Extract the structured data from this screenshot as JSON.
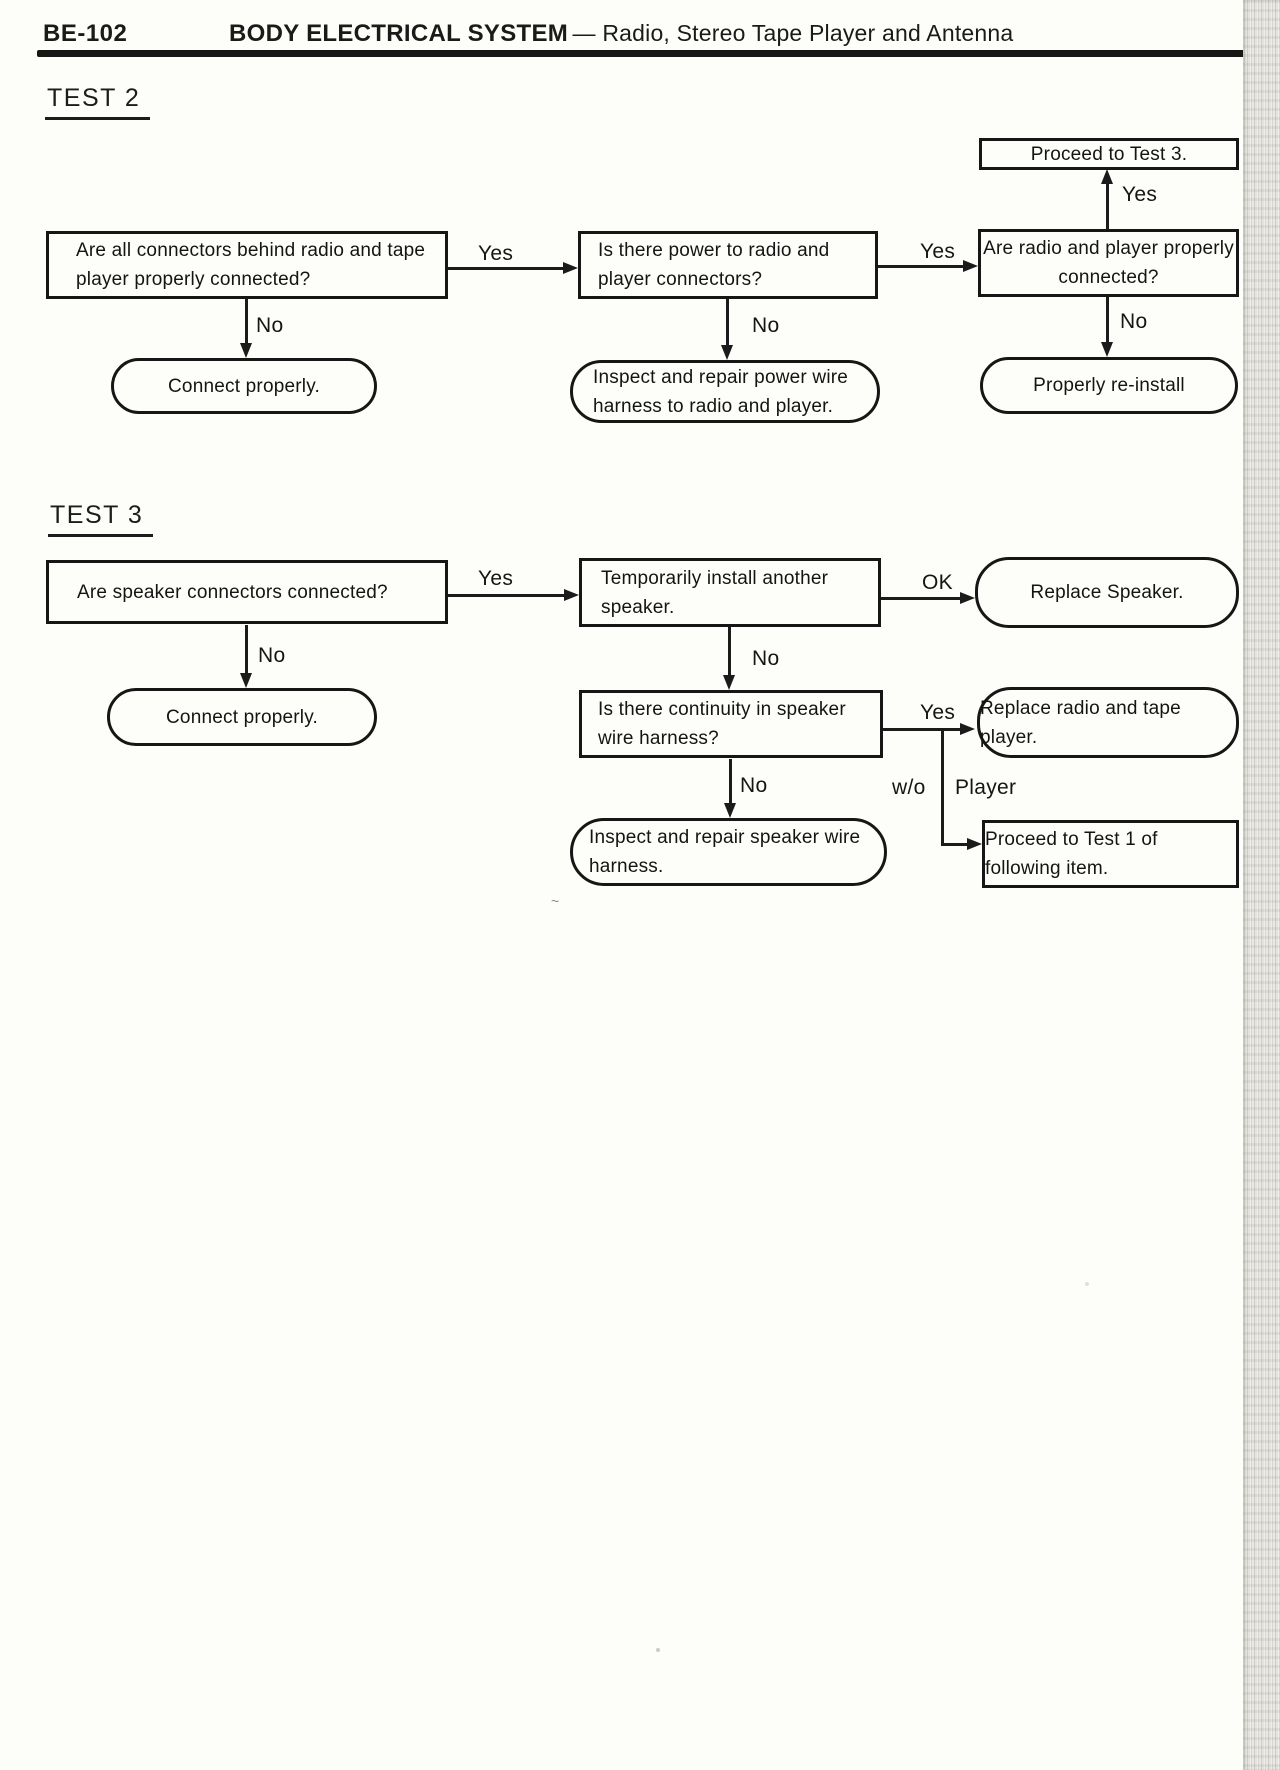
{
  "header": {
    "page_code": "BE-102",
    "title_bold": "BODY ELECTRICAL SYSTEM",
    "title_rest": "— Radio, Stereo Tape Player and Antenna"
  },
  "colors": {
    "ink": "#1a1a1a",
    "paper": "#fdfdfa",
    "page_edge": "#d7d6d0"
  },
  "test2": {
    "heading": "TEST 2",
    "nodes": {
      "q1": "Are all connectors behind radio and tape player properly connected?",
      "q2": "Is there power to radio and player connectors?",
      "q3": "Are radio and player properly connected?",
      "proceed": "Proceed to Test 3.",
      "r1": "Connect properly.",
      "r2": "Inspect and repair power wire harness to radio and player.",
      "r3": "Properly re-install"
    },
    "labels": {
      "yes1": "Yes",
      "yes2": "Yes",
      "yes3": "Yes",
      "no1": "No",
      "no2": "No",
      "no3": "No"
    }
  },
  "test3": {
    "heading": "TEST 3",
    "nodes": {
      "q1": "Are speaker connectors connected?",
      "q2": "Temporarily install another speaker.",
      "q3": "Is there continuity in speaker wire harness?",
      "r1": "Connect properly.",
      "r2": "Replace Speaker.",
      "r3": "Replace radio and tape player.",
      "r4": "Inspect and repair speaker wire harness.",
      "proceed": "Proceed to Test 1 of following item."
    },
    "labels": {
      "yes1": "Yes",
      "ok": "OK",
      "no1": "No",
      "no2": "No",
      "yes2": "Yes",
      "no3": "No",
      "wo": "w/o",
      "player": "Player"
    }
  }
}
